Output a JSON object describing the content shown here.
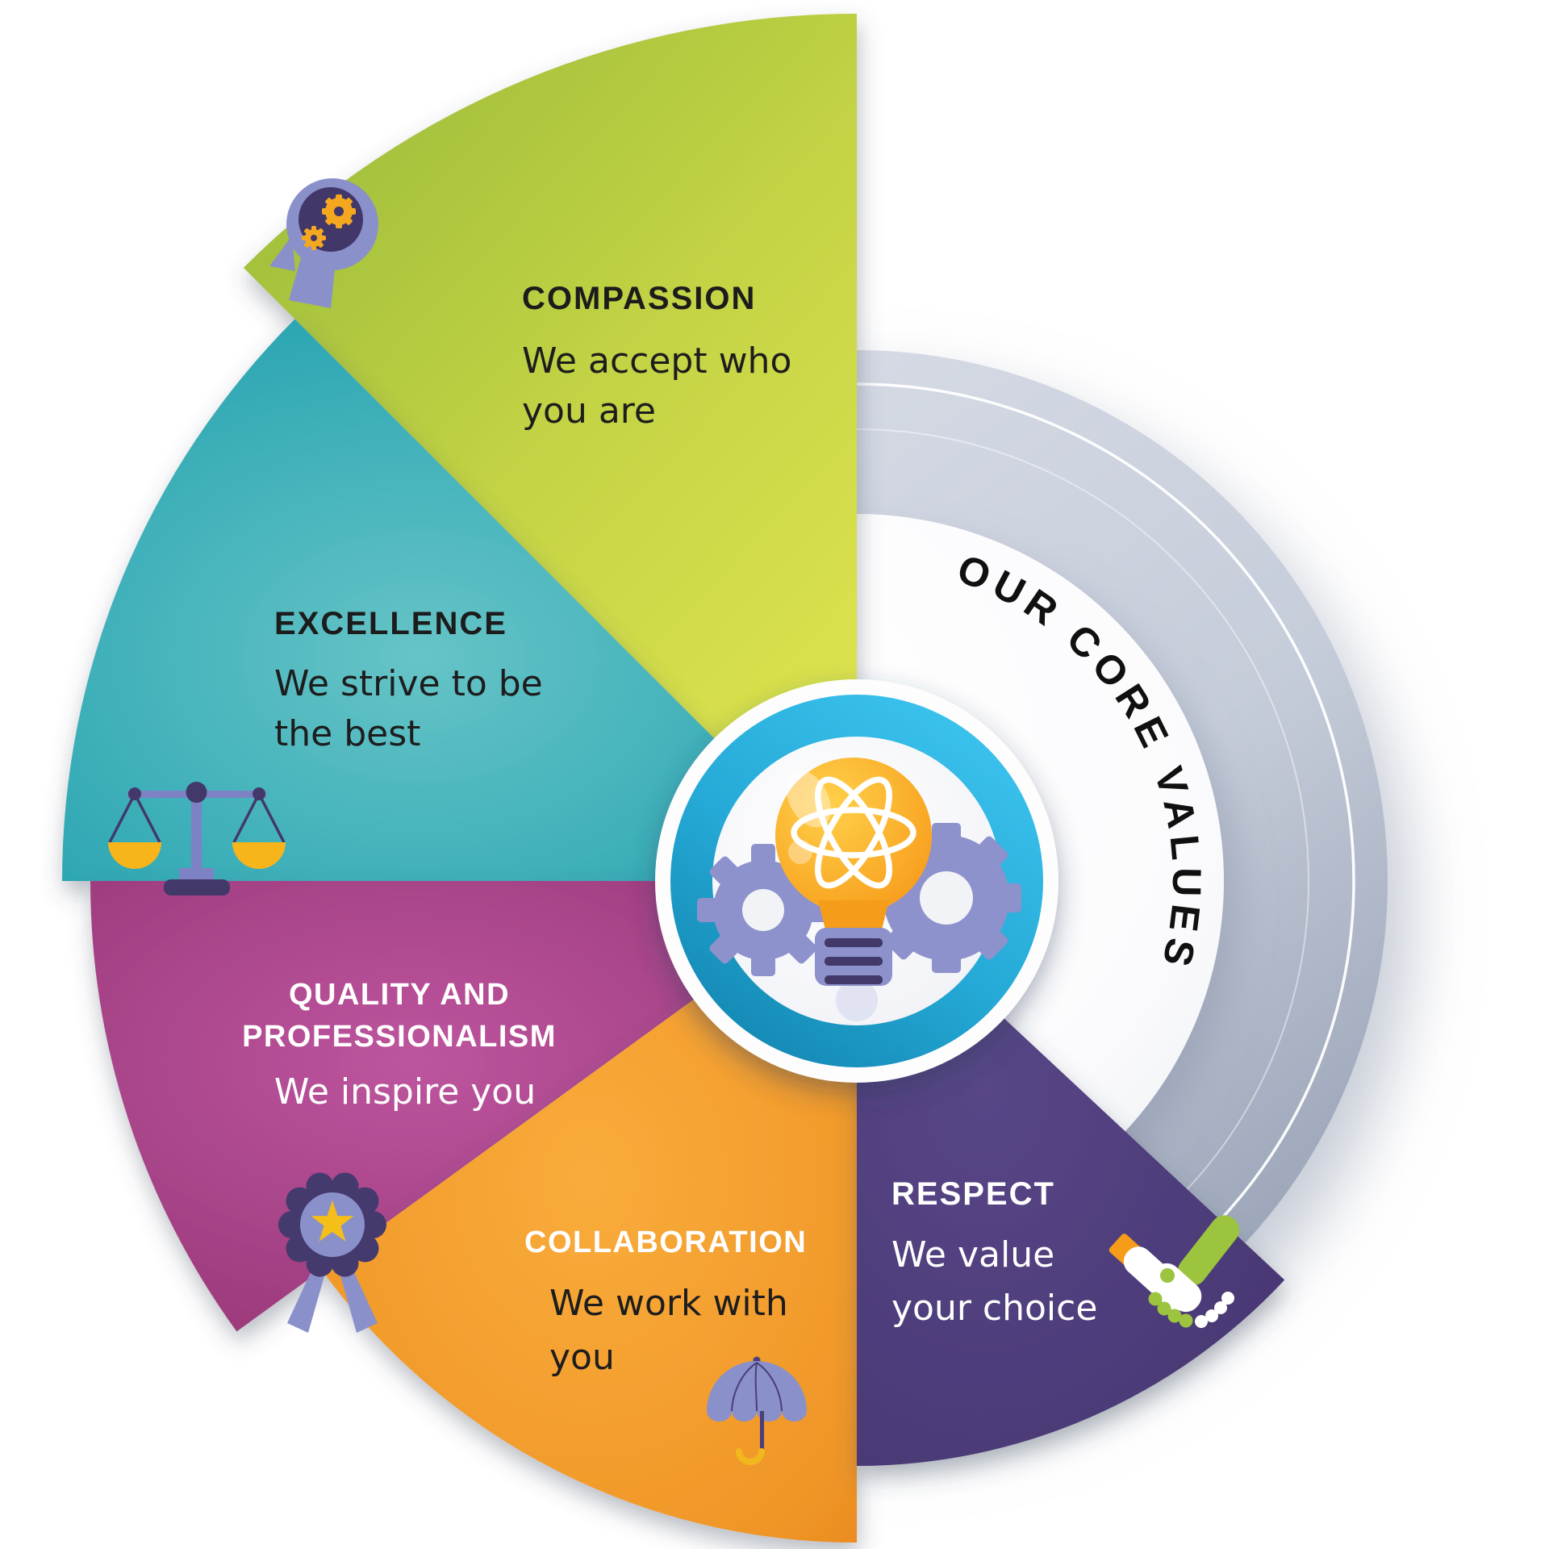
{
  "ring": {
    "title": "OUR CORE VALUES"
  },
  "center": {
    "icon": "lightbulb-atom-gears-icon"
  },
  "values": {
    "compassion": {
      "label": "COMPASSION",
      "desc": [
        "We accept who",
        "you are"
      ],
      "icon": "head-with-gears-icon",
      "colors": {
        "from": "#95b83a",
        "to": "#dde34e",
        "text": "#1c1c1c"
      }
    },
    "excellence": {
      "label": "EXCELLENCE",
      "desc": [
        "We strive to be",
        "the best"
      ],
      "icon": "balance-scales-icon",
      "colors": {
        "from": "#66c4c7",
        "to": "#1f98a8",
        "text": "#1c1c1c"
      }
    },
    "quality": {
      "label": [
        "QUALITY AND",
        "PROFESSIONALISM"
      ],
      "desc": [
        "We inspire you"
      ],
      "icon": "award-rosette-icon",
      "colors": {
        "from": "#bd559e",
        "to": "#8c2d6f",
        "text": "#ffffff"
      }
    },
    "collaboration": {
      "label": "COLLABORATION",
      "desc": [
        "We work with",
        "you"
      ],
      "icon": "umbrella-icon",
      "colors": {
        "from": "#f9ac3b",
        "to": "#e8871f",
        "heading": "#ffffff",
        "text": "#1d1d1d"
      }
    },
    "respect": {
      "label": "RESPECT",
      "desc": [
        "We value",
        "your choice"
      ],
      "icon": "handshake-icon",
      "colors": {
        "from": "#584687",
        "to": "#463671",
        "text": "#ffffff"
      }
    }
  }
}
